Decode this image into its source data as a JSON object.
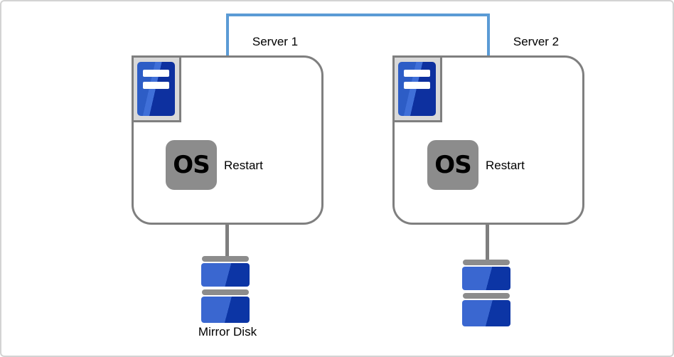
{
  "diagram": {
    "type": "cluster-architecture",
    "interconnect": {
      "icon": "interconnect-line",
      "color": "#5b9bd5"
    },
    "servers": {
      "server1": {
        "label": "Server 1",
        "os_text": "OS",
        "action_label": "Restart",
        "badge_icon": "server-tower-icon"
      },
      "server2": {
        "label": "Server 2",
        "os_text": "OS",
        "action_label": "Restart",
        "badge_icon": "server-tower-icon"
      }
    },
    "disks": {
      "disk1": {
        "label": "Mirror Disk",
        "icon": "mirror-disk-icon"
      },
      "disk2": {
        "label": "",
        "icon": "mirror-disk-icon"
      }
    },
    "colors": {
      "frame_border": "#d3d3d3",
      "box_border": "#7f7f7f",
      "badge_background": "#d9d9d9",
      "tower_blue_light": "#2d5dc6",
      "tower_blue_dark": "#0d309f",
      "os_chip_background": "#8c8c8c",
      "os_text": "#000000",
      "disk_blue_light": "#3a67d0",
      "disk_blue_dark": "#0c35a5",
      "disk_bar_gray": "#8c8c8c",
      "interconnect_blue": "#5b9bd5",
      "label_text": "#000000"
    }
  }
}
